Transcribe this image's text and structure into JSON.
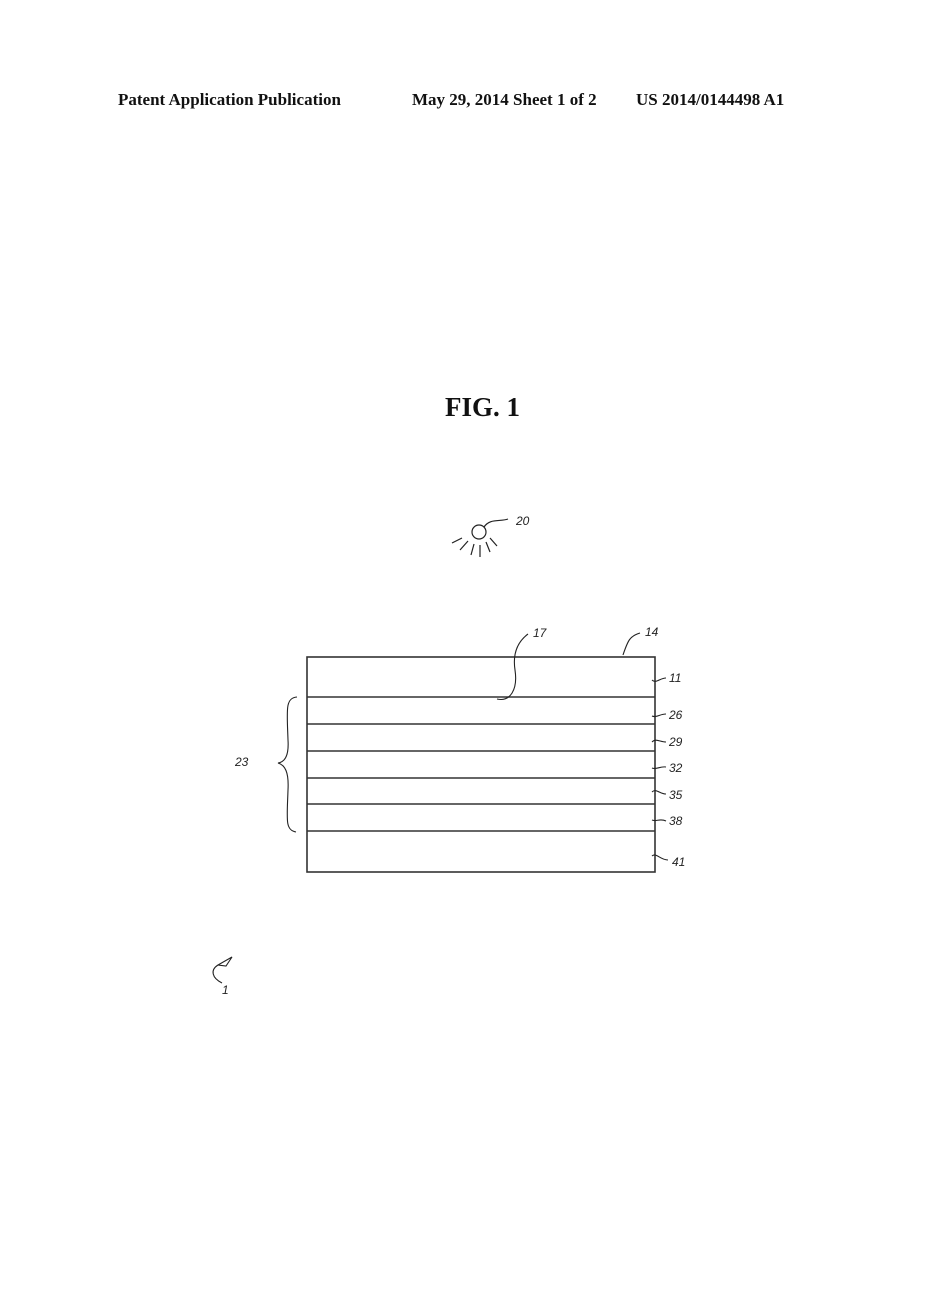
{
  "header": {
    "publication": "Patent Application Publication",
    "date_sheet": "May 29, 2014  Sheet 1 of 2",
    "number": "US 2014/0144498 A1"
  },
  "figure": {
    "title": "FIG. 1",
    "light_source_label": "20",
    "surface_label": "14",
    "interface_label": "17",
    "stack_label": "23",
    "device_label": "1",
    "layers": [
      {
        "label": "11"
      },
      {
        "label": "26"
      },
      {
        "label": "29"
      },
      {
        "label": "32"
      },
      {
        "label": "35"
      },
      {
        "label": "38"
      },
      {
        "label": "41"
      }
    ]
  }
}
